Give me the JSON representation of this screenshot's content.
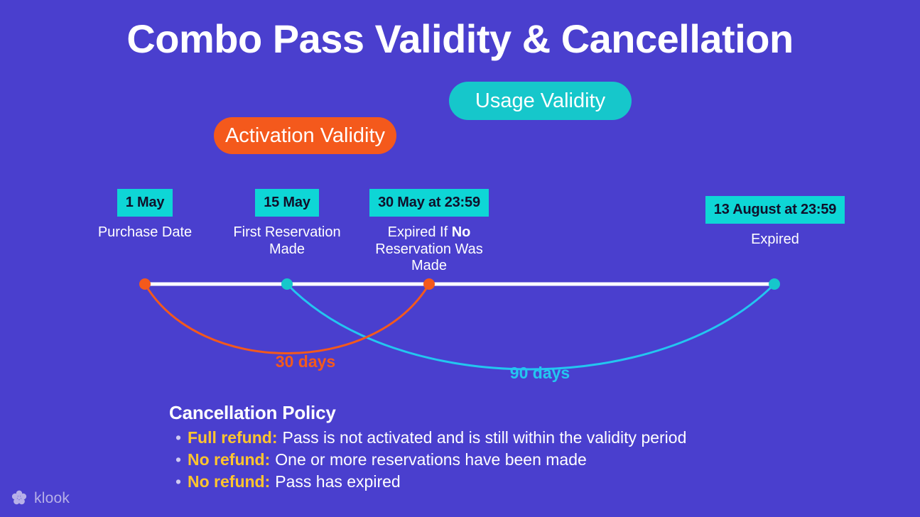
{
  "page": {
    "title": "Combo Pass Validity & Cancellation",
    "background_color": "#4a3fce"
  },
  "legend": {
    "usage": {
      "label": "Usage Validity",
      "color": "#16c7cb"
    },
    "activation": {
      "label": "Activation Validity",
      "color": "#f4591c"
    }
  },
  "timeline": {
    "milestones": [
      {
        "date": "1 May",
        "caption": "Purchase Date",
        "caption_bold": "",
        "caption_tail": "",
        "marker_color": "#f4591c"
      },
      {
        "date": "15 May",
        "caption": "First Reservation Made",
        "caption_bold": "",
        "caption_tail": "",
        "marker_color": "#16c7cb"
      },
      {
        "date": "30 May at 23:59",
        "caption": "Expired If ",
        "caption_bold": "No",
        "caption_tail": " Reservation Was Made",
        "marker_color": "#f4591c"
      },
      {
        "date": "13 August at 23:59",
        "caption": "Expired",
        "caption_bold": "",
        "caption_tail": "",
        "marker_color": "#16c7cb"
      }
    ],
    "spans": [
      {
        "label": "30 days",
        "color": "#f4591c"
      },
      {
        "label": "90 days",
        "color": "#23c6f0"
      }
    ],
    "axis_color": "#ffffff"
  },
  "policy": {
    "title": "Cancellation Policy",
    "bullet_glyph": "•",
    "items": [
      {
        "label": "Full refund:",
        "text": "Pass is not activated and is still within the validity period"
      },
      {
        "label": "No refund:",
        "text": "One or more reservations have been made"
      },
      {
        "label": "No refund:",
        "text": "Pass has expired"
      }
    ],
    "label_color": "#ffc52e"
  },
  "branding": {
    "name": "klook",
    "icon": "klook-flower-icon"
  }
}
